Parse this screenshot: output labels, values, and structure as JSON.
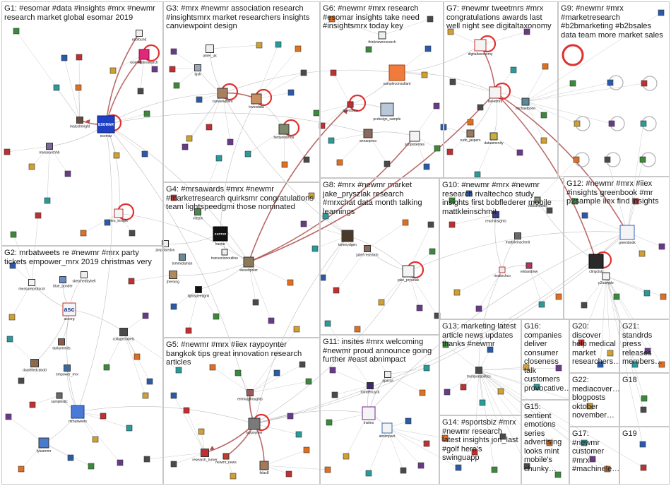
{
  "groups": [
    {
      "id": "G1",
      "label": "G1: #esomar #data #insights #mrx #newmr research market global esomar 2019"
    },
    {
      "id": "G2",
      "label": "G2: mrbatweets re #newmr #mrx party tickets empower_mrx 2019 christmas very"
    },
    {
      "id": "G3",
      "label": "G3: #mrx #newmr association research #insightsmrx market researchers insights canviewpoint design"
    },
    {
      "id": "G4",
      "label": "G4: #mrsawards #mrx #newmr #marketresearch quirksmr congratulations team lightspeedgmi those nominated"
    },
    {
      "id": "G5",
      "label": "G5: #newmr #mrx #iiex raypoynter bangkok tips great innovation research articles"
    },
    {
      "id": "G6",
      "label": "G6: #newmr #mrx research #esomar insights take need #insightsmrx today key"
    },
    {
      "id": "G7",
      "label": "G7: #newmr tweetmrs #mrx congratulations awards last well night see digitaltaxonomy"
    },
    {
      "id": "G8",
      "label": "G8: #mrx #newmr market jake_pryszlak research #mrxchat data month talking learnings"
    },
    {
      "id": "G9",
      "label": "G9: #newmr #mrx #marketresearch #b2bmarketing #b2bsales data team more market sales"
    },
    {
      "id": "G10",
      "label": "G10: #newmr #mrx #newmr research rivaltechco study insights first bobflederer mobile mattkleinschmit"
    },
    {
      "id": "G11",
      "label": "G11: insites #mrx welcoming #newmr proud announce going further #east abnimpact"
    },
    {
      "id": "G12",
      "label": "G12: #newmr #mrx #iiex #insights greenbook #mr p2sample iiex find insights"
    },
    {
      "id": "G13",
      "label": "G13: marketing latest article news updates thanks #newmr"
    },
    {
      "id": "G14",
      "label": "G14: #sportsbiz #mrx #newmr research latest insights jon_last #golf here's swinguapp"
    },
    {
      "id": "G15",
      "label": "G15: sentient emotions series advertising looks mint mobile's chunky…"
    },
    {
      "id": "G16",
      "label": "G16: companies deliver consumer closeness talk customers provocative…"
    },
    {
      "id": "G17",
      "label": "G17: #newmr customer #mrx #machinele…"
    },
    {
      "id": "G18",
      "label": "G18"
    },
    {
      "id": "G19",
      "label": "G19"
    },
    {
      "id": "G20",
      "label": "G20: discover help medical market researchers…"
    },
    {
      "id": "G21",
      "label": "G21: standrds press releases members…"
    },
    {
      "id": "G22",
      "label": "G22: mediacover… blogposts oktober november…"
    }
  ],
  "node_labels": {
    "esomar": "esomar",
    "esomar_logo": "ESOMAR",
    "malcolmright": "malcolmright",
    "mresearchhh": "mresearchhh",
    "mrs_insight": "mrs_insight",
    "esofound": "esofound",
    "womeninresearch": "womeninresearch",
    "canviewpoint": "canviewpoint",
    "amer_uk": "amer_uk",
    "lgsk": "lgsk",
    "lovesdata": "lovesdata",
    "bettyedamou": "bettyedamou",
    "thinknowresearch": "thinknowresearch",
    "sampleconsultant": "sampleconsultant",
    "questdmr": "questdmr",
    "pcdesign_sample": "pcdesign_sample",
    "annaoprea": "annaoprea",
    "scopiotentes": "scopiotentes",
    "digitaltaxonomy": "digitaltaxonomy",
    "tweetmrs": "tweetmrs",
    "michaelpoon": "michaelpoon",
    "rudo_jaspers": "rudo_jaspers",
    "dataamenity": "dataamenity",
    "rivaltechco": "rivaltechco",
    "reachinsights": "reachinsights",
    "mattkleinschmit": "mattkleinschmit",
    "reidandrew": "reidandrew",
    "clingclub": "clingclub",
    "greenbook": "greenbook",
    "p2sample": "p2sample",
    "vildcampbell": "vildcampbell",
    "kantar": "kantar",
    "kantar_logo": "KANTAR",
    "vilepix": "vilepix",
    "jonpulsedon": "jonpulsedon",
    "transunionoutline": "transunionoutline",
    "stevebpriler": "stevebpriler",
    "jherning": "jherning",
    "lightspeedgmi": "lightspeedgmi",
    "tommidaman": "tommidaman",
    "tommydgen": "tommydgen",
    "jake_pryszlak": "jake_pryszlak",
    "julief_research": "julief research",
    "raypoynter": "raypoynter",
    "emmagthoughts": "emmagthoughts",
    "research_turner": "research_turner",
    "newmr_news": "newmr_news",
    "fslax8": "fslax8",
    "tomdenuyck": "tomdenuyck",
    "ajaicsa": "ajaicsa",
    "insites": "insites",
    "abnimpact": "abnimpact",
    "trumponpolitics": "trumponpolitics",
    "measureprotocol": "measureprotocol",
    "blue_ponder": "blue_ponder",
    "sketchedbyhell": "sketchedbyhell",
    "ascorg": "ascorg",
    "asc_logo": "asc",
    "tankymmits": "tankymmits",
    "collagetrabels": "collagetrabels",
    "danielledcdodd": "danielledcdodd",
    "empower_mrx": "empower_mrx",
    "samplestic": "samplestic",
    "mrbatweets": "mrbatweets",
    "fyteammr": "fyteammr"
  },
  "colors": {
    "group_border": "#c8c8c8",
    "edge_gray": "#8a8a8a",
    "edge_red": "#b05050",
    "self_loop": "#e03030",
    "label_text": "#1a1a1a"
  }
}
